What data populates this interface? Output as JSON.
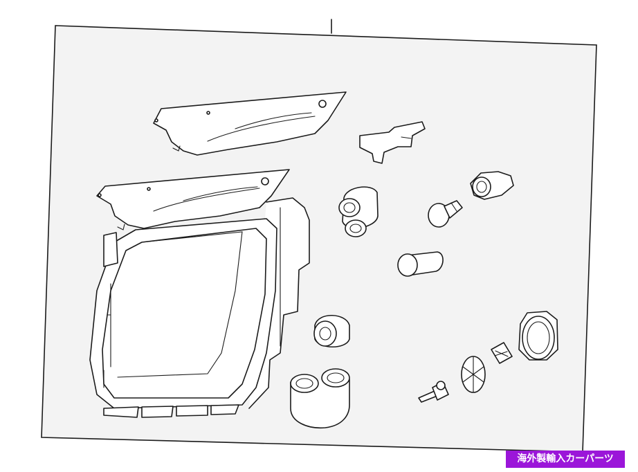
{
  "diagram": {
    "panel_fill": "#f3f3f3",
    "line_color": "#1a1a1a",
    "parts": [
      "upper-filler-panel",
      "lower-filler-panel",
      "headlamp-assembly",
      "wire-harness-bracket",
      "bulb-socket-twin",
      "turn-signal-bulb",
      "bulb-socket-single",
      "side-marker-bulb",
      "rubber-grommet",
      "dust-cap-elbow",
      "wedge-bulb",
      "reflector-cap",
      "vent-patch",
      "retaining-ring"
    ]
  },
  "watermark": {
    "text": "海外製輸入カーパーツ",
    "bg_color": "#9b16d9",
    "text_color": "#ffffff"
  }
}
